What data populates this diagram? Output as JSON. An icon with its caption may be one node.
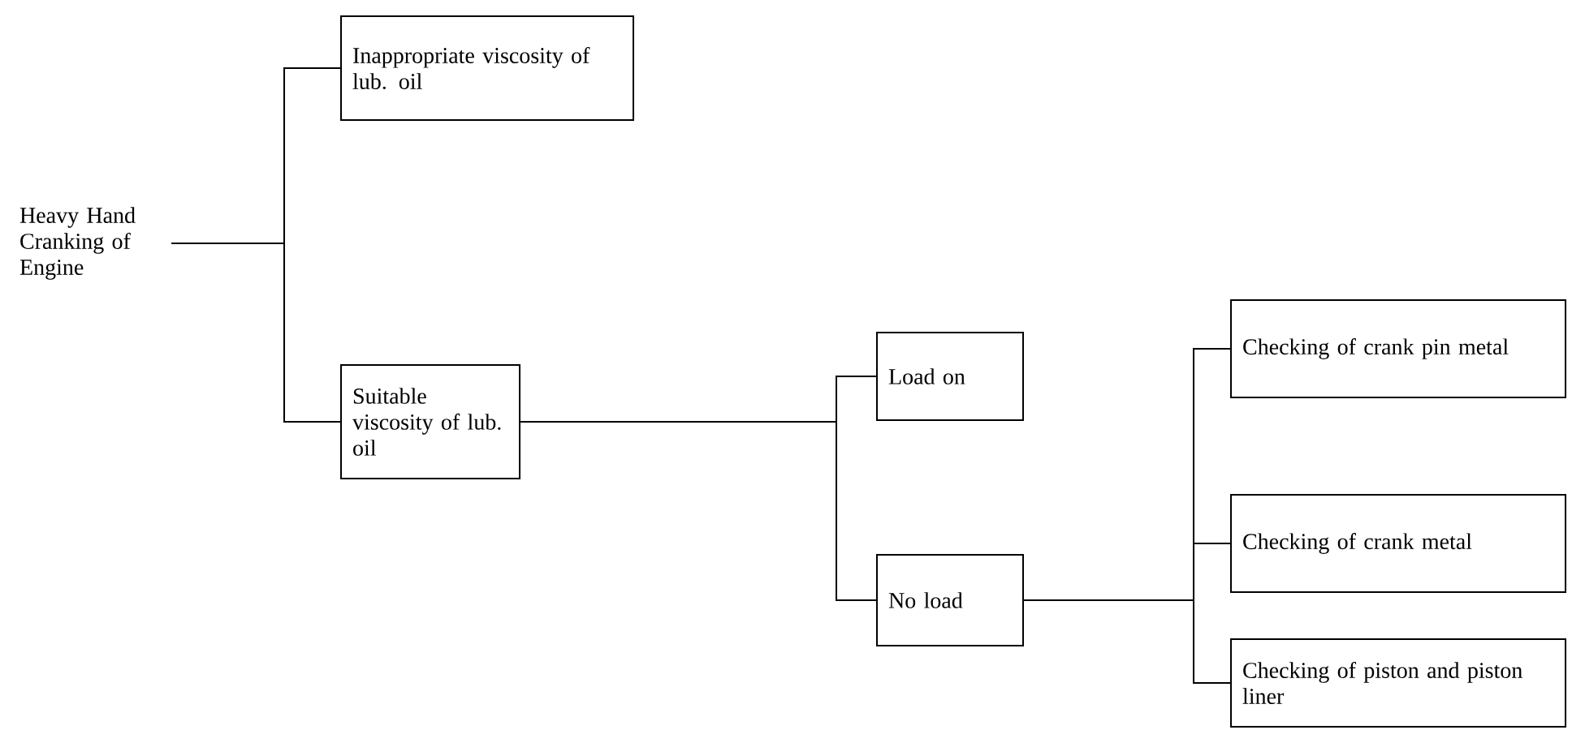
{
  "diagram": {
    "nodes": [
      {
        "text": [
          "Heavy Hand Cranking of Engine"
        ]
      },
      {
        "text": [
          "Inappropriate viscosity of lub. oil"
        ]
      },
      {
        "text": [
          "Suitable viscosity of lub. oil"
        ]
      },
      {
        "text": [
          "Load on"
        ]
      },
      {
        "text": [
          "No load"
        ]
      },
      {
        "text": [
          "Checking of crank pin metal"
        ]
      },
      {
        "text": [
          "Checking of crank metal"
        ]
      },
      {
        "text": [
          "Checking of piston and piston liner"
        ]
      }
    ],
    "edges": [
      {
        "from": 0,
        "to": 1,
        "arrow": "none"
      },
      {
        "from": 0,
        "to": 2,
        "arrow": "none"
      },
      {
        "from": 2,
        "to": 3,
        "arrow": "none"
      },
      {
        "from": 2,
        "to": 4,
        "arrow": "none"
      },
      {
        "from": 4,
        "to": 5,
        "arrow": "none"
      },
      {
        "from": 4,
        "to": 6,
        "arrow": "none"
      },
      {
        "from": 4,
        "to": 7,
        "arrow": "none"
      }
    ]
  }
}
